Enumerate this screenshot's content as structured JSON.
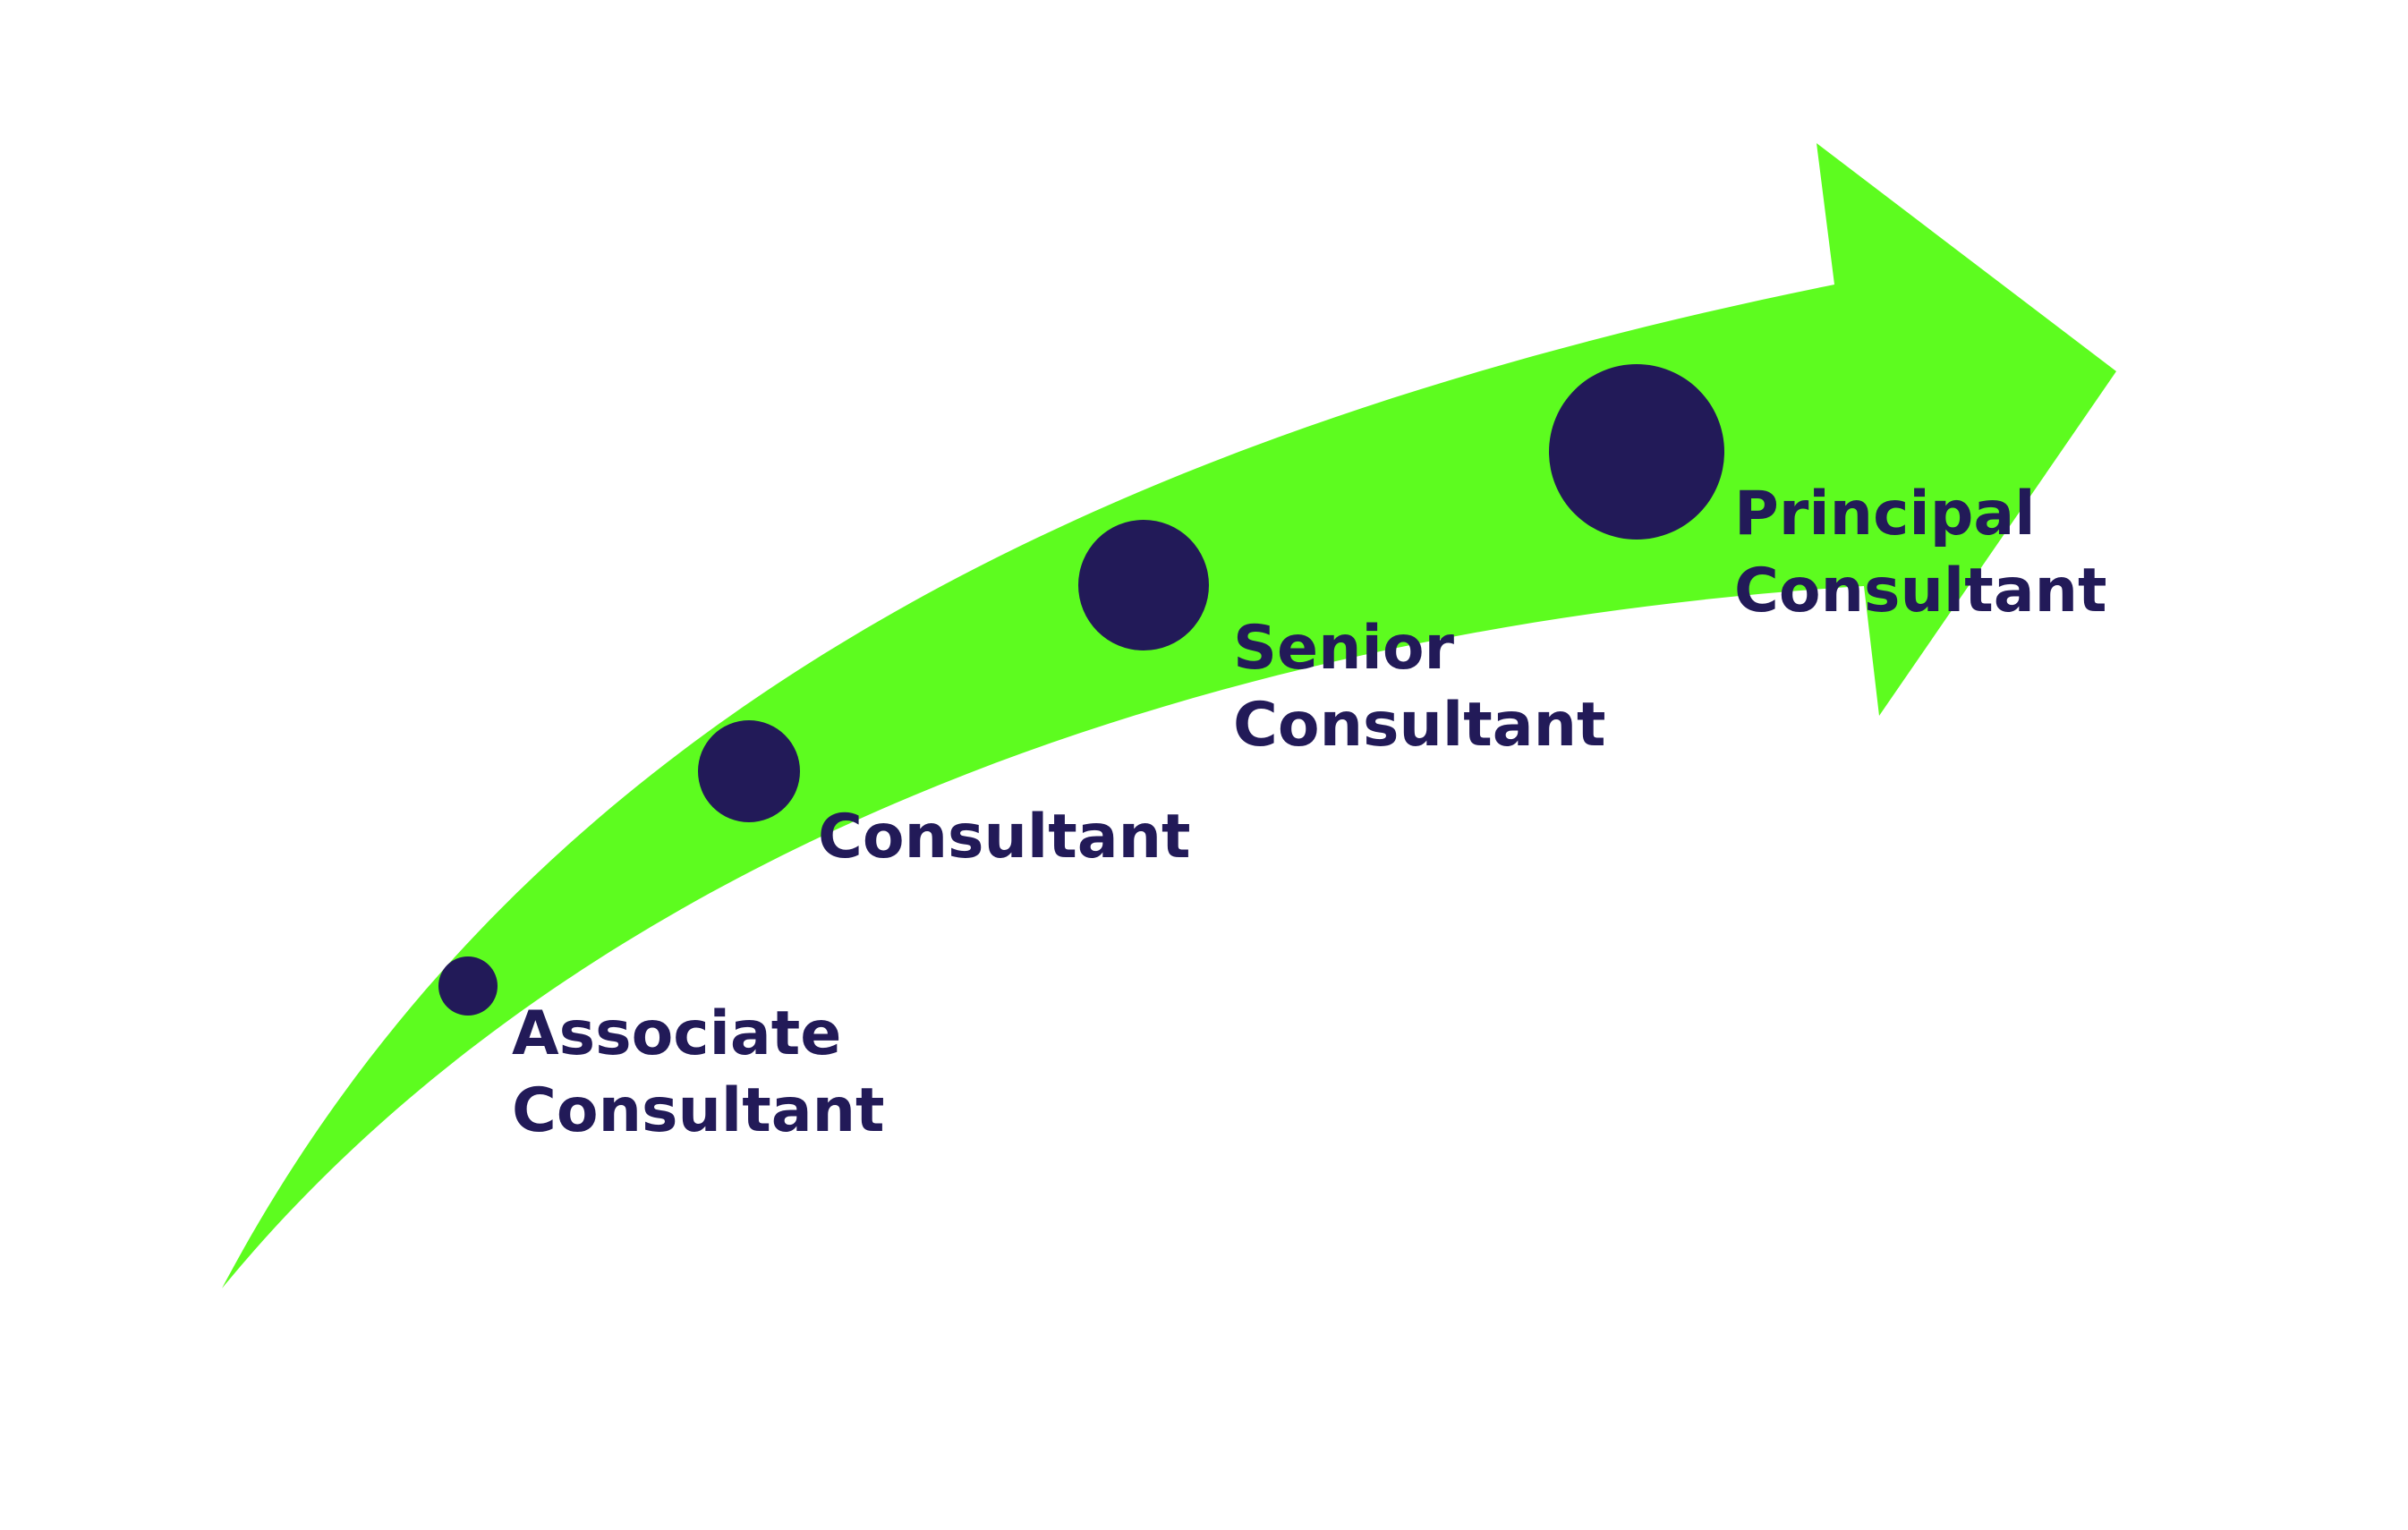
{
  "colors": {
    "background": "#ffffff",
    "arrow": "#5dfc1f",
    "marker": "#221a58",
    "text": "#221a58"
  },
  "stages": [
    {
      "line1": "Associate",
      "line2": "Consultant"
    },
    {
      "line1": "",
      "line2": "Consultant"
    },
    {
      "line1": "Senior",
      "line2": "Consultant"
    },
    {
      "line1": "Principal",
      "line2": "Consultant"
    }
  ]
}
